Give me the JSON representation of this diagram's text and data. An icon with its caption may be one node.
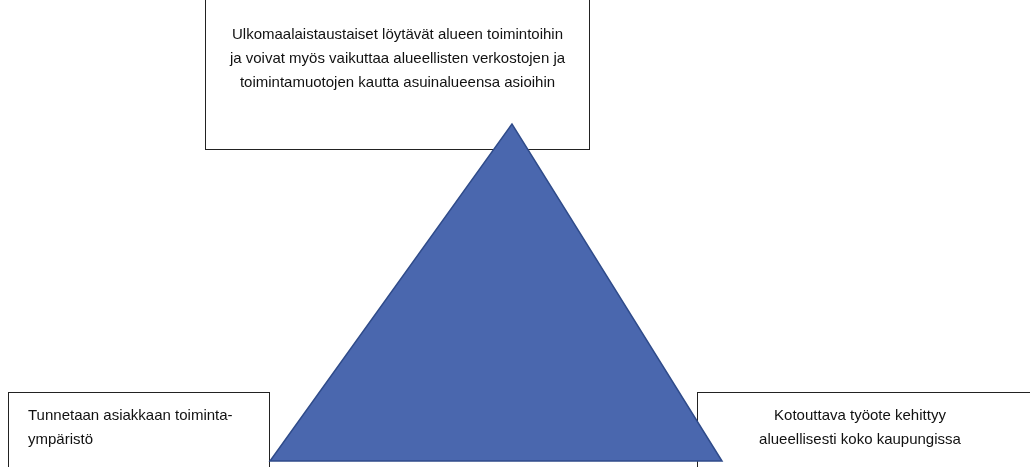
{
  "diagram": {
    "nodes": [
      {
        "text": [
          "Ulkomaalaistaustaiset löytävät alueen toimintoihin ja voivat myös vaikuttaa alueellisten verkostojen ja toimintamuotojen kautta asuinalueensa asioihin"
        ]
      },
      {
        "text": [],
        "shape": "triangle"
      },
      {
        "text": [
          "Tunnetaan asiakkaan toiminta- ympäristö"
        ]
      },
      {
        "text": [
          "Kotouttava työote kehittyy alueellisesti koko kaupungissa"
        ]
      }
    ]
  }
}
